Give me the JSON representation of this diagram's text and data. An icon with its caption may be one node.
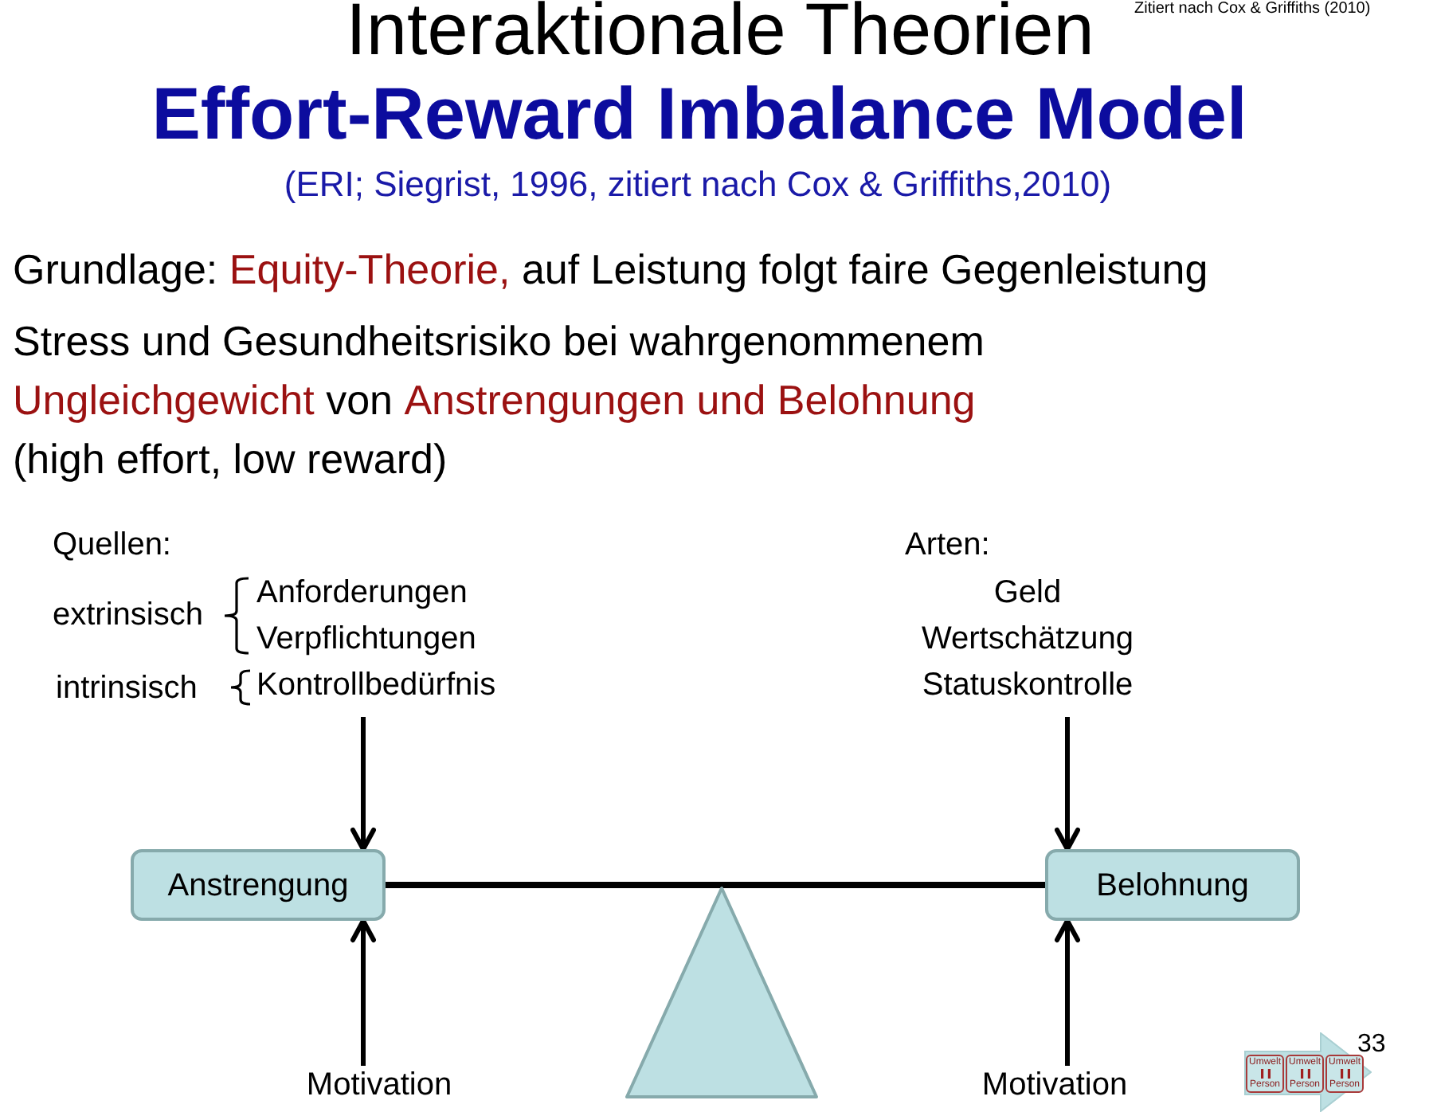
{
  "diagram": {
    "title": "Interaktionale Theorien",
    "nodes": [
      {
        "text": [
          "Quellen:",
          "extrinsisch",
          "Anforderungen",
          "Verpflichtungen",
          "intrinsisch",
          "Kontrollbedürfnis"
        ]
      },
      {
        "text": [
          "Arten:",
          "Geld",
          "Wertschätzung",
          "Statuskontrolle"
        ]
      },
      {
        "text": [
          "Anstrengung"
        ]
      },
      {
        "text": [
          "Belohnung"
        ]
      },
      {
        "text": [],
        "shape": "triangle"
      },
      {
        "text": [
          "Motivation"
        ]
      },
      {
        "text": [
          "Motivation"
        ]
      },
      {
        "text": [],
        "shape": "arrow"
      },
      {
        "text": [
          "Umwelt",
          "Person"
        ],
        "in": 7
      },
      {
        "text": [
          "Umwelt",
          "Person"
        ],
        "in": 7
      },
      {
        "text": [
          "Umwelt",
          "Person"
        ],
        "in": 7
      }
    ],
    "edges": [
      {
        "from": 0,
        "to": 2,
        "arrow": "to"
      },
      {
        "from": 1,
        "to": 3,
        "arrow": "to"
      },
      {
        "from": 2,
        "to": 3,
        "arrow": "none"
      },
      {
        "from": 5,
        "to": 2,
        "arrow": "to"
      },
      {
        "from": 6,
        "to": 3,
        "arrow": "to"
      }
    ],
    "labels": [
      "Zitiert nach Cox & Griffiths (2010)",
      "Effort-Reward Imbalance Model",
      "(ERI; Siegrist, 1996, zitiert nach Cox & Griffiths,2010)",
      "Grundlage:",
      "Equity-Theorie,",
      "auf Leistung folgt faire Gegenleistung",
      "Stress und Gesundheitsrisiko bei wahrgenommenem",
      "Ungleichgewicht",
      "von",
      "Anstrengungen und Belohnung",
      "(high effort, low reward)",
      "33"
    ]
  }
}
